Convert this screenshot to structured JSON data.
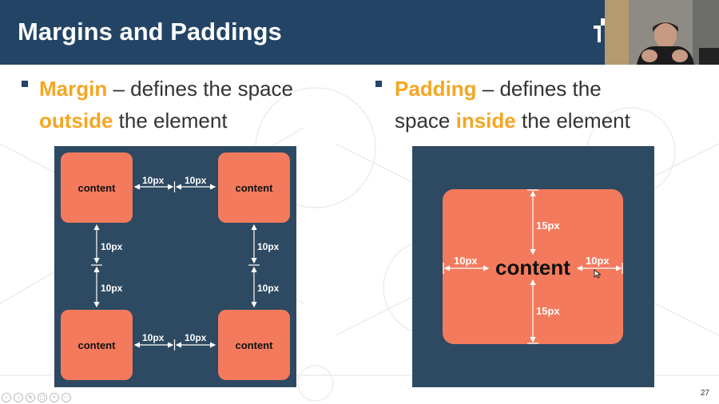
{
  "slide": {
    "title": "Margins and Paddings",
    "page_number": "27"
  },
  "left": {
    "term": "Margin",
    "sep": " – defines the space",
    "key": "outside",
    "tail": " the element",
    "content_label": "content",
    "measure": "10px"
  },
  "right": {
    "term": "Padding",
    "sep": " – defines the",
    "lead": "space ",
    "key": "inside",
    "tail": " the element",
    "content_label": "content",
    "vmeasure": "15px",
    "hmeasure": "10px"
  },
  "colors": {
    "header": "#234465",
    "accent": "#f5a623",
    "diagram_bg": "#2d4a62",
    "box": "#f47a5d"
  },
  "icons": [
    "logo-mark",
    "presentation-control-icons",
    "mouse-cursor-icon"
  ]
}
